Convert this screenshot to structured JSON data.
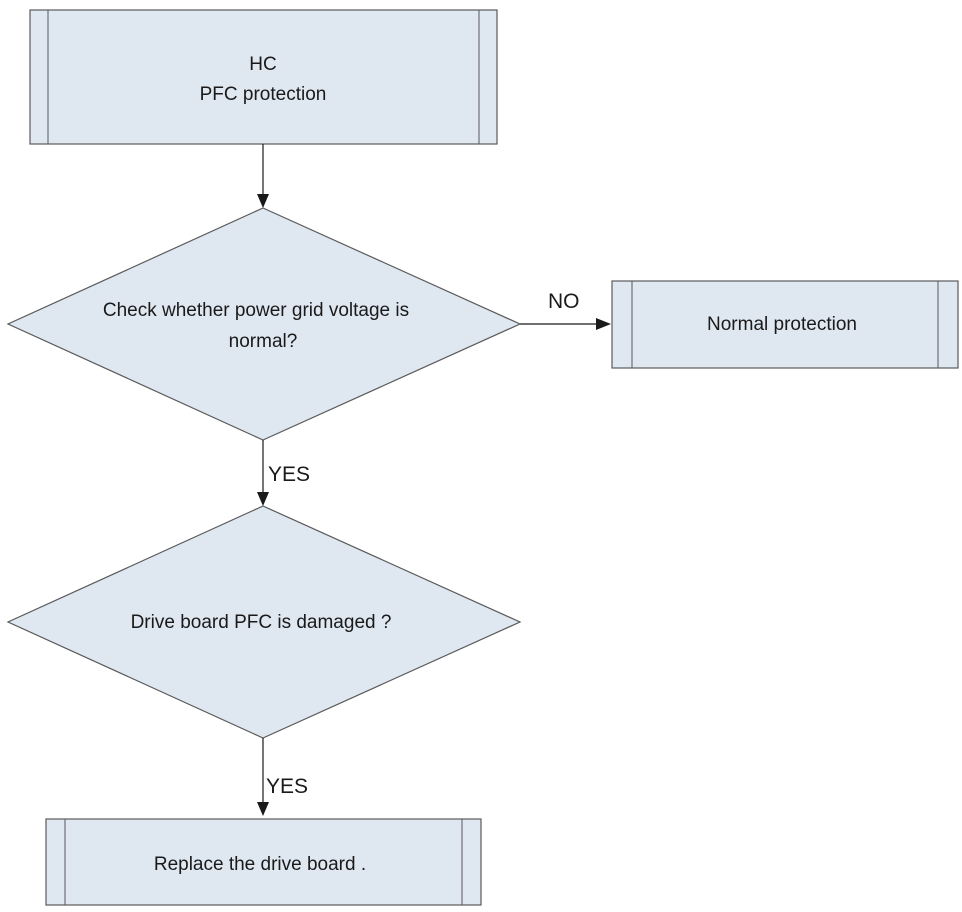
{
  "nodes": {
    "start": {
      "line1": "HC",
      "line2": "PFC protection"
    },
    "decision_voltage": {
      "line1": "Check whether power grid voltage is",
      "line2": "normal?"
    },
    "normal_protection": {
      "text": "Normal protection"
    },
    "decision_pfc": {
      "text": "Drive board PFC is damaged ?"
    },
    "replace": {
      "text": "Replace the drive board ."
    }
  },
  "edges": {
    "voltage_no": "NO",
    "voltage_yes": "YES",
    "pfc_yes": "YES"
  },
  "colors": {
    "node_fill": "#dfe7f1",
    "stroke": "#5a5a5a",
    "line": "#1a1a1a"
  }
}
